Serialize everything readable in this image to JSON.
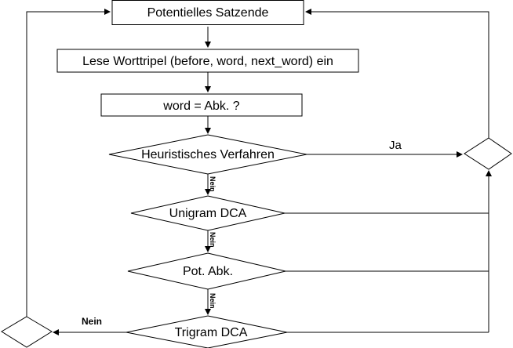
{
  "nodes": {
    "start": {
      "label": "Potentielles Satzende"
    },
    "read": {
      "label": "Lese Worttripel (before, word, next_word) ein"
    },
    "abbr_check": {
      "label": "word = Abk. ?"
    },
    "heuristic": {
      "label": "Heuristisches Verfahren"
    },
    "unigram": {
      "label": "Unigram DCA"
    },
    "pot_abk": {
      "label": "Pot. Abk."
    },
    "trigram": {
      "label": "Trigram DCA"
    }
  },
  "edges": {
    "heuristic_yes": "Ja",
    "heuristic_no": "Nein",
    "unigram_no": "Nein",
    "pot_abk_no": "Nein",
    "trigram_no": "Nein"
  }
}
